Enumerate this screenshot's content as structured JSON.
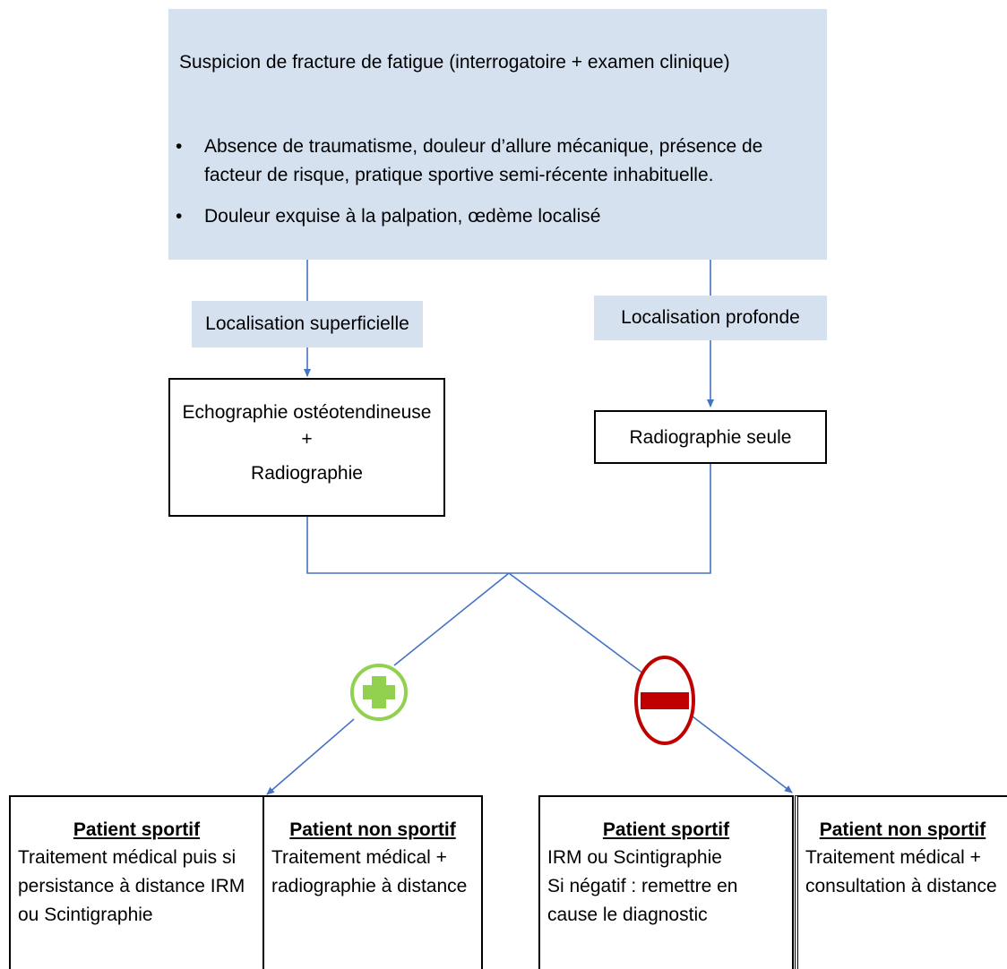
{
  "top_box": {
    "title": "Suspicion de fracture de fatigue (interrogatoire + examen clinique)",
    "bullets": [
      {
        "marker": "•",
        "line1": "Absence de traumatisme, douleur d’allure mécanique, présence de",
        "line2": "facteur de risque, pratique sportive semi-récente inhabituelle."
      },
      {
        "marker": "•",
        "line1": "Douleur exquise à la palpation, œdème localisé"
      }
    ]
  },
  "branches": {
    "superficial_label": "Localisation superficielle",
    "deep_label": "Localisation profonde"
  },
  "exams": {
    "superficial": [
      "Echographie ostéotendineuse",
      "+",
      "Radiographie"
    ],
    "deep": "Radiographie seule"
  },
  "results": {
    "positive_icon": "plus-circle-icon",
    "negative_icon": "minus-circle-icon",
    "positive_color": "#92d050",
    "negative_color": "#c00000"
  },
  "outcomes": {
    "positive_sportif": {
      "heading": "Patient sportif",
      "lines": [
        "Traitement médical puis si",
        "persistance à distance IRM",
        "ou Scintigraphie"
      ]
    },
    "positive_non_sportif": {
      "heading": "Patient non sportif",
      "lines": [
        "Traitement médical +",
        "radiographie à distance"
      ]
    },
    "negative_sportif": {
      "heading": "Patient sportif",
      "lines": [
        "IRM ou Scintigraphie",
        "Si négatif : remettre en",
        "cause le diagnostic"
      ]
    },
    "negative_non_sportif": {
      "heading": "Patient non sportif",
      "lines": [
        "Traitement médical +",
        "consultation à distance"
      ]
    }
  },
  "colors": {
    "box_fill": "#d6e1f0",
    "connector": "#4472c4"
  }
}
